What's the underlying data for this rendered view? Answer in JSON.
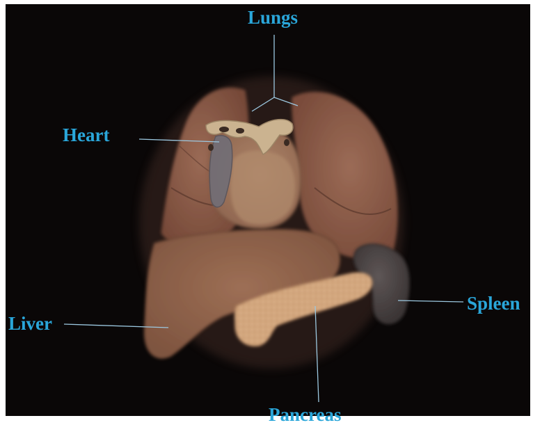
{
  "colors": {
    "background": "#0a0707",
    "label": "#2aa6d9",
    "leader_line": "#9cc8e0",
    "lung": "#8a5a48",
    "heart": "#9e7358",
    "liver": "#8f624b",
    "spleen": "#4b4444",
    "pancreas": "#d2a57c"
  },
  "labels": {
    "lungs": "Lungs",
    "heart": "Heart",
    "liver": "Liver",
    "spleen": "Spleen",
    "pancreas": "Pancreas"
  }
}
